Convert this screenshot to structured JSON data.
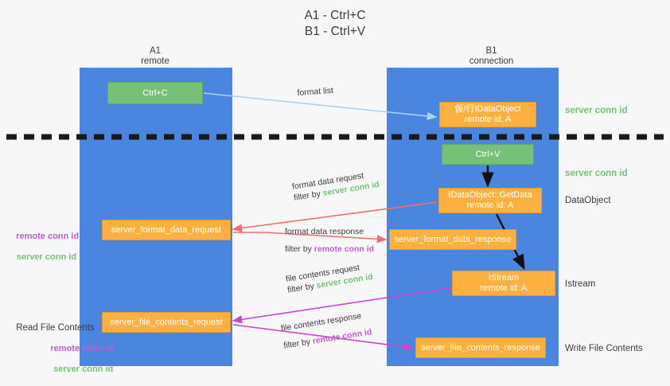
{
  "title": "A1 - Ctrl+C\nB1 - Ctrl+V",
  "columns": {
    "a1": "A1\nremote",
    "b1": "B1\nconnection"
  },
  "nodes": {
    "ctrl_c": "Ctrl+C",
    "idataobject": "仮/行IDataObject\nremote id: A",
    "ctrl_v": "Ctrl+V",
    "getdata": "IDataObject::GetData\nremote id: A",
    "istream": "IStream\nremote id: A",
    "server_format_data_request": "server_format_data_request",
    "server_format_data_response": "server_format_data_response",
    "server_file_contents_request": "server_file_contents_request",
    "server_file_contents_response": "server_file_contents_response"
  },
  "side_labels": {
    "server_conn_id_top": "server conn id",
    "server_conn_id_mid": "server conn id",
    "dataobject": "DataObject",
    "istream": "Istream",
    "write_file_contents": "Write File Contents",
    "read_file_contents": "Read File Contents"
  },
  "left_labels": {
    "remote_conn_id": "remote conn id",
    "server_conn_id": "server conn id"
  },
  "edges": {
    "format_list": "format list",
    "format_data_request": "format data request",
    "format_data_request_filter_prefix": "filter by ",
    "format_data_request_filter_value": "server conn id",
    "format_data_response": "format data response",
    "format_data_response_filter_prefix": "filter by ",
    "format_data_response_filter_value": "remote conn id",
    "file_contents_request": "file contents request",
    "file_contents_request_filter_prefix": "filter by ",
    "file_contents_request_filter_value": "server conn id",
    "file_contents_response": "file contents response",
    "file_contents_response_filter_prefix": "filter by ",
    "file_contents_response_filter_value": "remote conn id"
  },
  "colors": {
    "lane": "#4a86e0",
    "green": "#77c078",
    "orange": "#fbb040",
    "red_arrow": "#f26d6d",
    "magenta_arrow": "#cc44cc",
    "light_blue_arrow": "#a9d2f0",
    "black": "#1a1a1a",
    "green_text": "#77c078",
    "purple_text": "#c05cd0"
  }
}
